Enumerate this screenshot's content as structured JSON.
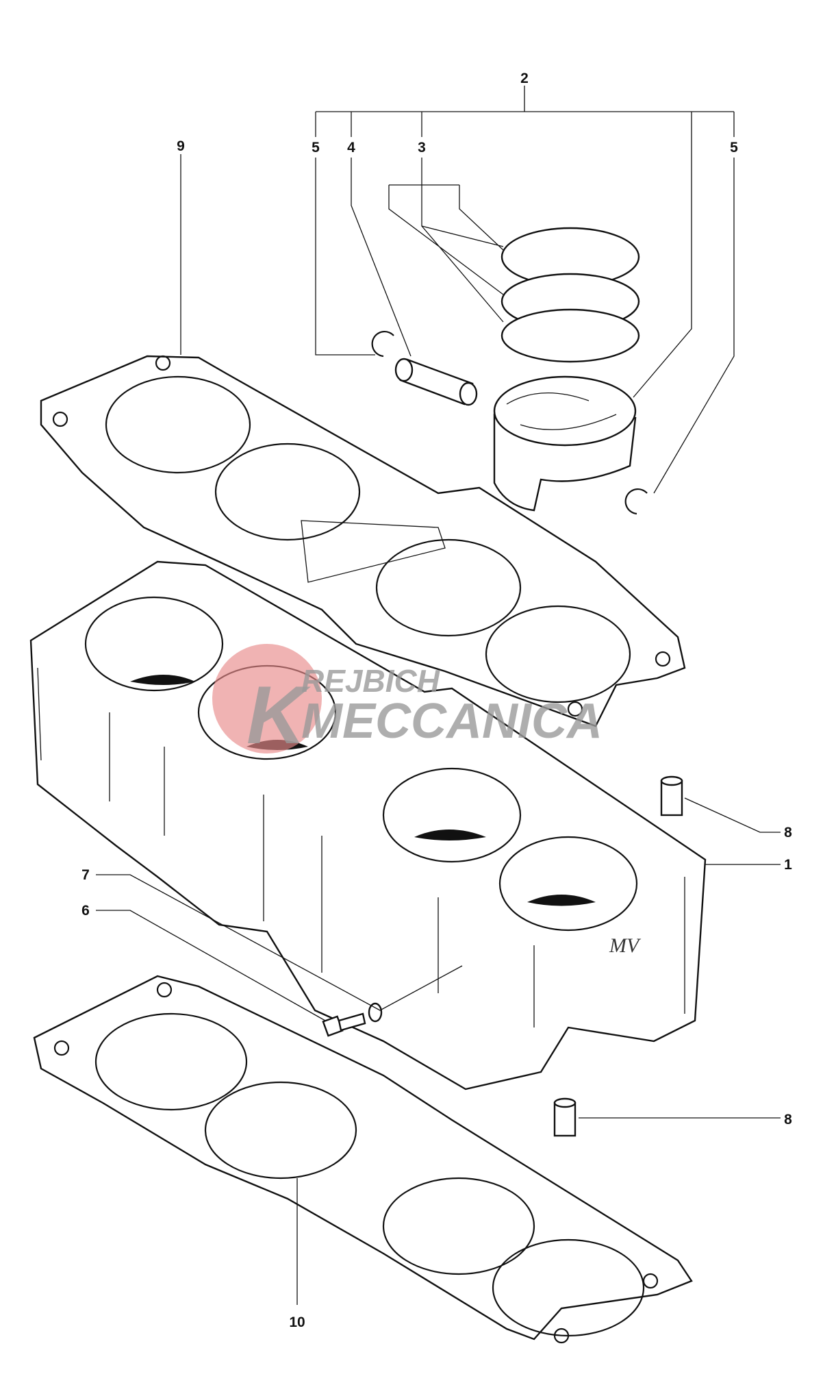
{
  "callouts": {
    "c1": "1",
    "c2": "2",
    "c3": "3",
    "c4": "4",
    "c5_left": "5",
    "c5_right": "5",
    "c6": "6",
    "c7": "7",
    "c8_top": "8",
    "c8_bottom": "8",
    "c9": "9",
    "c10": "10"
  },
  "watermark": {
    "line1": "REJBICH",
    "line2": "MECCANICA",
    "accent_color": "#e88a8a"
  },
  "block_logo": "MV"
}
